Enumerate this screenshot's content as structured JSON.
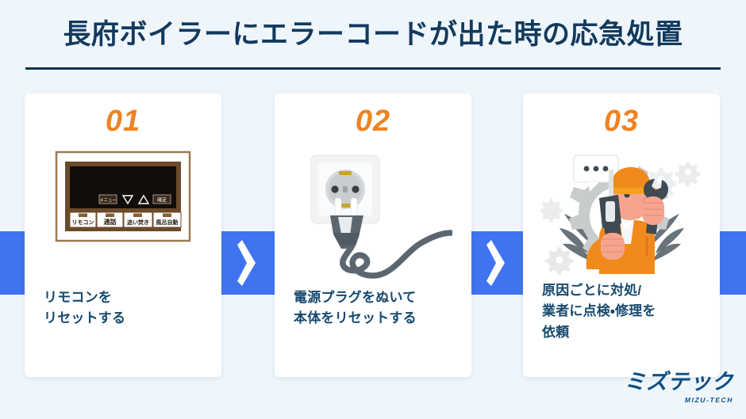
{
  "header": {
    "title": "長府ボイラーにエラーコードが出た時の応急処置"
  },
  "colors": {
    "background": "#eff6fb",
    "title_text": "#123a5e",
    "rule": "#0d3552",
    "band_blue": "#3f73ef",
    "number_orange": "#ee8322",
    "card_text": "#16496e",
    "card_bg": "#ffffff",
    "logo_blue": "#0e4f86",
    "worker_orange": "#f08a1d",
    "gear_gray": "#c9cccd",
    "cord_gray": "#5b6670",
    "remote_frame": "#9b7a55",
    "remote_screen": "#100d0a"
  },
  "steps": [
    {
      "number": "01",
      "text": "リモコンを\nリセットする",
      "illustration": "boiler-remote-controller",
      "remote": {
        "screen_buttons": [
          "メニュー",
          "▽",
          "△",
          "確定"
        ],
        "bottom_buttons": [
          "リモコン",
          "通話",
          "追い焚き",
          "風呂自動"
        ]
      }
    },
    {
      "number": "02",
      "text": "電源プラグをぬいて\n本体をリセットする",
      "illustration": "power-plug-unplugged-from-outlet"
    },
    {
      "number": "03",
      "text": "原因ごとに対処/\n業者に点検・修理を\n依頼",
      "illustration": "repair-technician-with-wrench-and-drill-in-gear"
    }
  ],
  "connectors": [
    {
      "icon": "chevron-right-icon"
    },
    {
      "icon": "chevron-right-icon"
    }
  ],
  "logo": {
    "mark": "ミズテック",
    "sub": "MIZU-TECH"
  }
}
